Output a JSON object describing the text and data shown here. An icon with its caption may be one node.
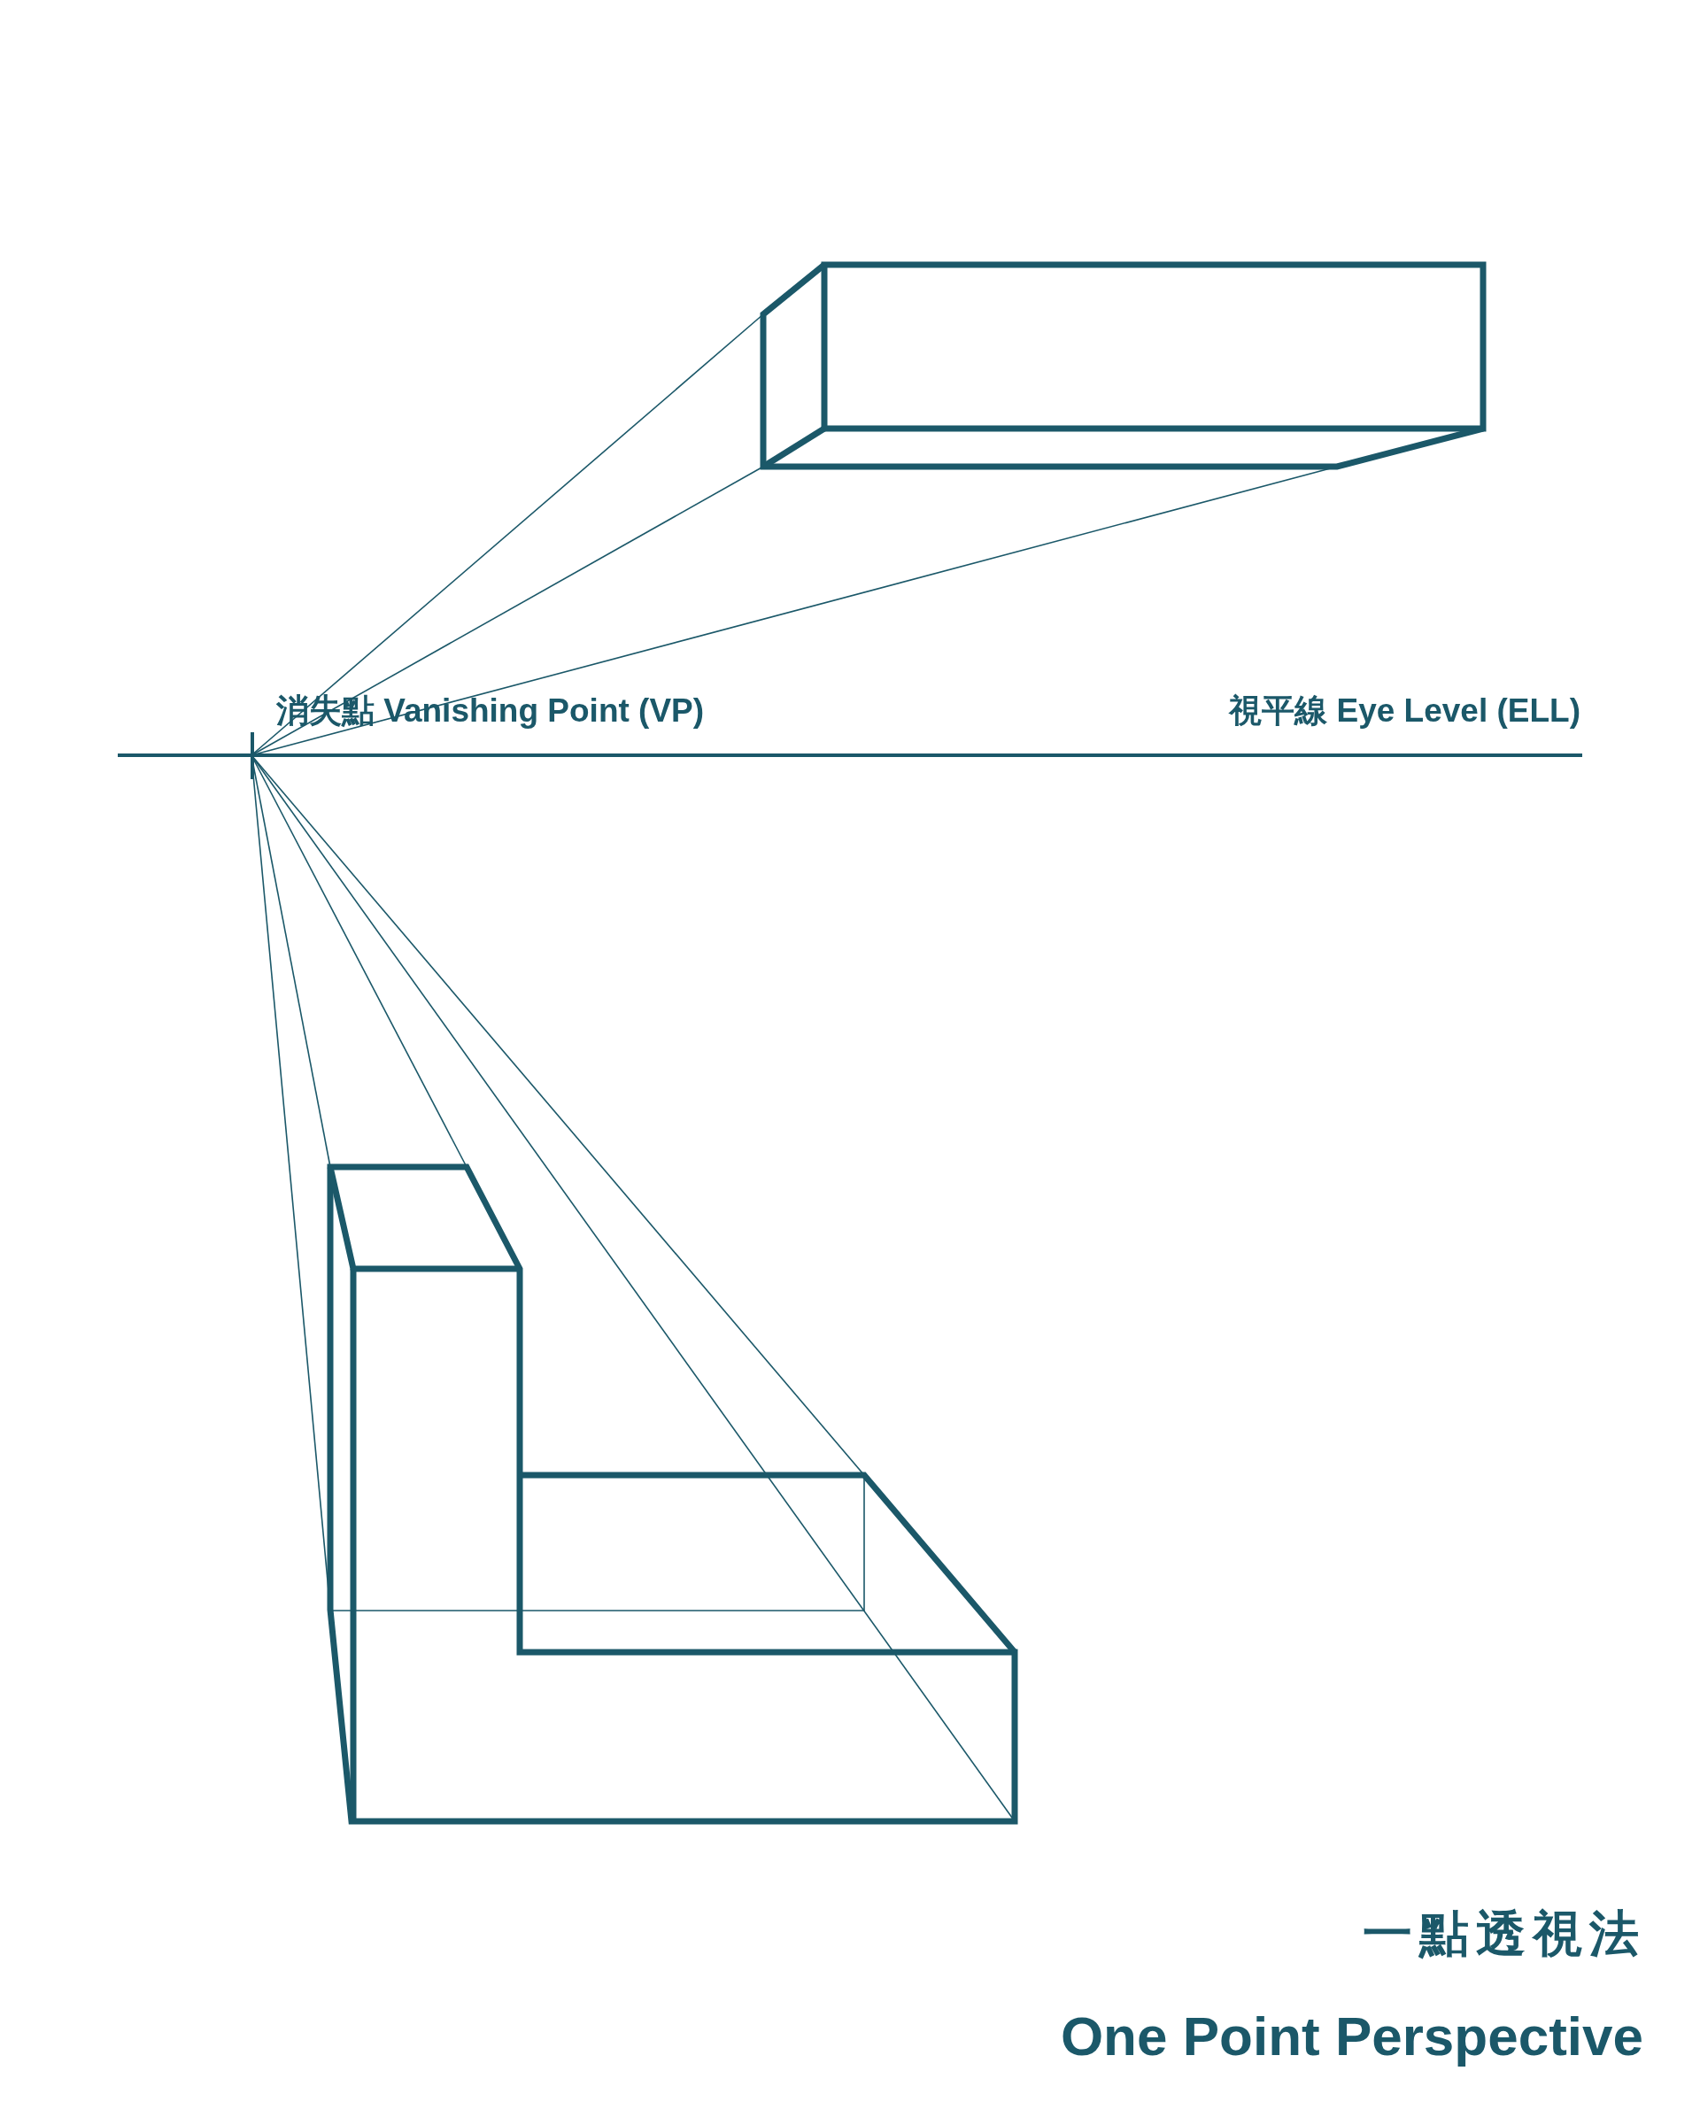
{
  "diagram": {
    "title": "一點透視法",
    "labels": [
      "消失點 Vanishing Point (VP)",
      "視平線 Eye Level (ELL)",
      "One Point Perspective"
    ]
  }
}
